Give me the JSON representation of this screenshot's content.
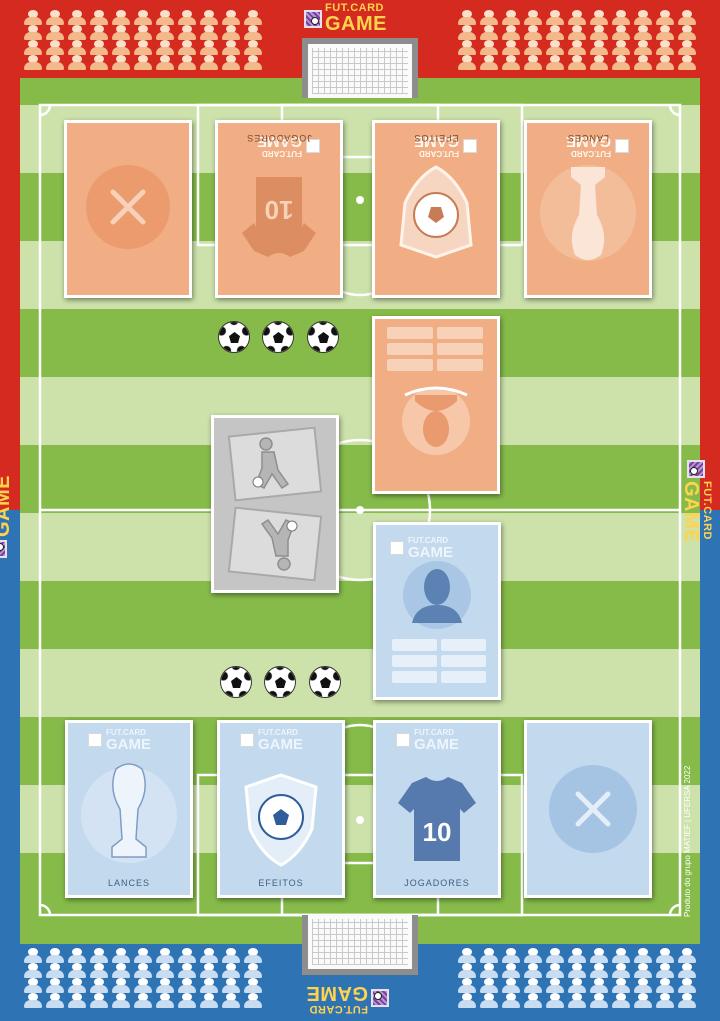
{
  "game": {
    "logo_small": "FUT.CARD",
    "logo_big": "GAME"
  },
  "colors": {
    "opponent_side": "#d42a1f",
    "player_side": "#2e73b4",
    "field_dark": "#86bb4a",
    "field_light": "#cde2ab",
    "opponent_card": "#f1ae84",
    "player_card": "#c3d9ee",
    "neutral_card": "#c5c5c5"
  },
  "opponent": {
    "cards": [
      {
        "type": "discard",
        "icon": "x-icon"
      },
      {
        "type": "jogadores",
        "label": "JOGADORES",
        "number": "10",
        "icon": "jersey-icon"
      },
      {
        "type": "efeitos",
        "label": "EFEITOS",
        "icon": "ball-shield-icon"
      },
      {
        "type": "lances",
        "label": "LANCES",
        "icon": "trophy-icon"
      }
    ],
    "balls_remaining": 3,
    "active_card": {
      "type": "player-card",
      "icon": "player-silhouette-icon"
    }
  },
  "center": {
    "card": {
      "type": "action-card",
      "icon": "players-duel-icon"
    }
  },
  "player": {
    "cards": [
      {
        "type": "lances",
        "label": "LANCES",
        "icon": "trophy-icon"
      },
      {
        "type": "efeitos",
        "label": "EFEITOS",
        "icon": "ball-shield-icon"
      },
      {
        "type": "jogadores",
        "label": "JOGADORES",
        "number": "10",
        "icon": "jersey-icon"
      },
      {
        "type": "discard",
        "icon": "x-icon"
      }
    ],
    "balls_remaining": 3,
    "active_card": {
      "type": "player-card",
      "icon": "player-silhouette-icon"
    }
  },
  "credit": "Produto do grupo MATIEF | UFERSA 2022"
}
